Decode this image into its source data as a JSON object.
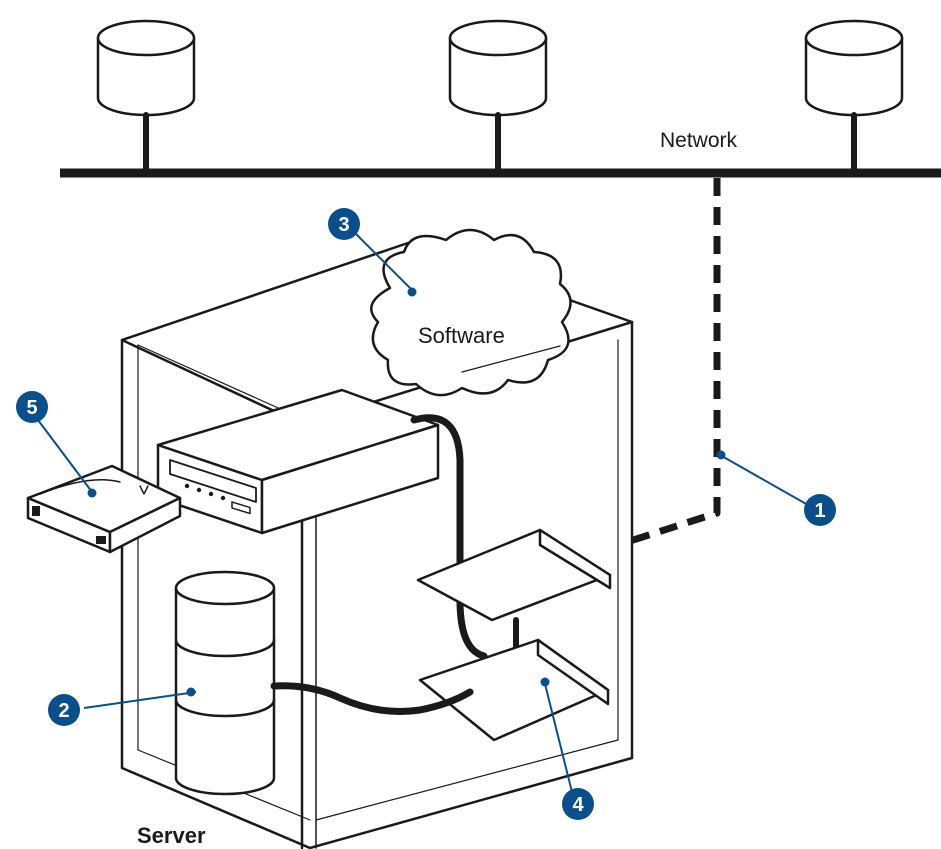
{
  "labels": {
    "network": "Network",
    "software": "Software",
    "server": "Server"
  },
  "callouts": {
    "c1": "1",
    "c2": "2",
    "c3": "3",
    "c4": "4",
    "c5": "5"
  },
  "colors": {
    "line": "#1a1a1a",
    "callout_fill": "#0b4f8a",
    "callout_leader": "#0b4f8a",
    "background": "#ffffff"
  }
}
